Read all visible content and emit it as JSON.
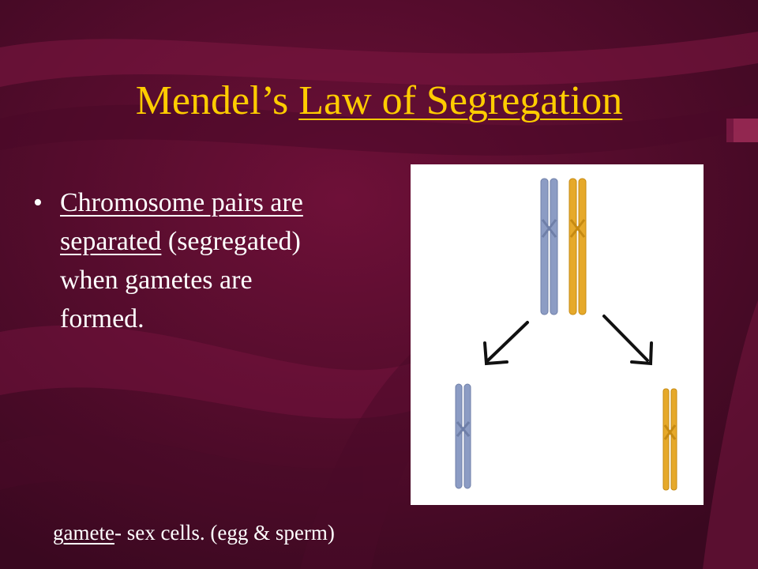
{
  "slide": {
    "title_prefix": "Mendel’s ",
    "title_underlined": "Law of Segregation",
    "bullet_char": "•",
    "bullet": {
      "line1": "Chromosome pairs are",
      "line2_underlined": "separated",
      "line2_rest": " (segregated)",
      "line3": "when gametes are",
      "line4": "formed."
    },
    "footnote": {
      "term": "gamete",
      "rest": "-  sex cells.  (egg & sperm)"
    }
  },
  "colors": {
    "background": "#5c0c30",
    "title": "#ffcc00",
    "text": "#ffffff",
    "chromosome_blue": "#8c9cc4",
    "chromosome_gold": "#e6a92a"
  }
}
